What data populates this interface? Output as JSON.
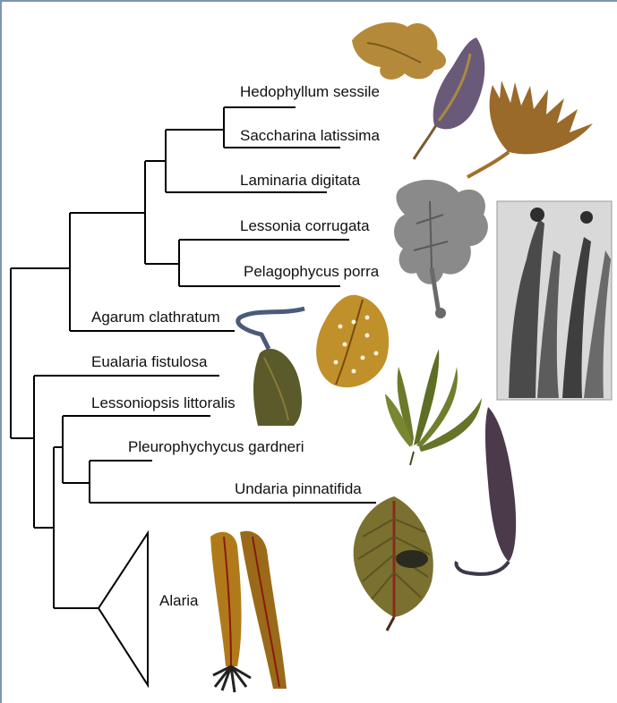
{
  "taxa": [
    {
      "id": "hedophyllum",
      "label": "Hedophyllum sessile"
    },
    {
      "id": "saccharina",
      "label": "Saccharina latissima"
    },
    {
      "id": "laminaria",
      "label": "Laminaria digitata"
    },
    {
      "id": "lessonia",
      "label": "Lessonia corrugata"
    },
    {
      "id": "pelagophycus",
      "label": "Pelagophycus porra"
    },
    {
      "id": "agarum",
      "label": "Agarum clathratum"
    },
    {
      "id": "eualaria",
      "label": "Eualaria fistulosa"
    },
    {
      "id": "lessoniopsis",
      "label": "Lessoniopsis littoralis"
    },
    {
      "id": "pleurophycus",
      "label": "Pleurophychycus gardneri"
    },
    {
      "id": "undaria",
      "label": "Undaria pinnatifida"
    },
    {
      "id": "alaria",
      "label": "Alaria"
    }
  ],
  "colors": {
    "frame": "#7d95ad",
    "branch": "#000000",
    "brown_kelp": "#8a5a1e",
    "olive_kelp": "#6e6a2a",
    "photo_gray": "#8c8c8c"
  },
  "illustrations": [
    "seaweed-frond-icon",
    "kelp-cone-icon",
    "kelp-fan-icon",
    "kelp-gray-bush-icon",
    "kelp-field-photo",
    "agarum-blade-icon",
    "holed-blade-icon",
    "green-fronds-icon",
    "dark-blade-icon",
    "pinnate-frond-icon",
    "alaria-frond-icon"
  ]
}
